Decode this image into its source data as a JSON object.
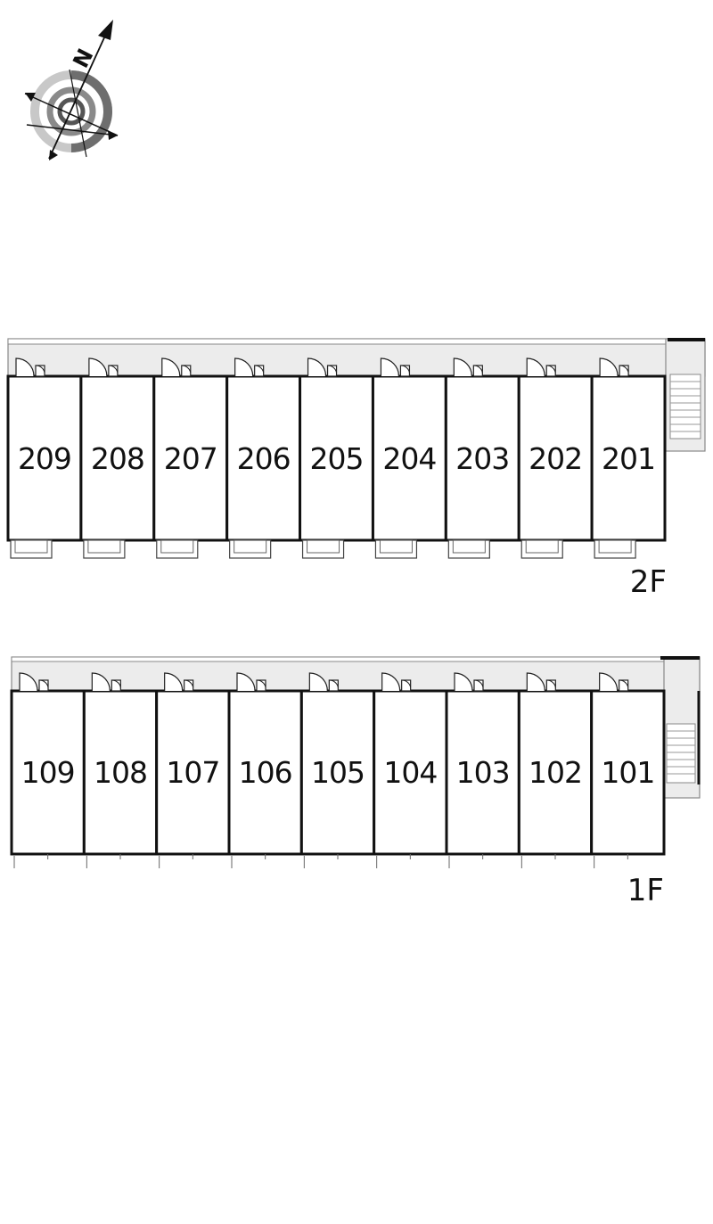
{
  "compass": {
    "north_label": "N",
    "icon": "compass-icon"
  },
  "floors": [
    {
      "id": "2f",
      "label": "2F",
      "units": [
        "209",
        "208",
        "207",
        "206",
        "205",
        "204",
        "203",
        "202",
        "201"
      ],
      "has_balconies": true
    },
    {
      "id": "1f",
      "label": "1F",
      "units": [
        "109",
        "108",
        "107",
        "106",
        "105",
        "104",
        "103",
        "102",
        "101"
      ],
      "has_balconies": false
    }
  ],
  "colors": {
    "corridor": "#ececec",
    "wall": "#111111",
    "compass_dark": "#6e6e6e",
    "compass_light": "#c8c8c8"
  }
}
